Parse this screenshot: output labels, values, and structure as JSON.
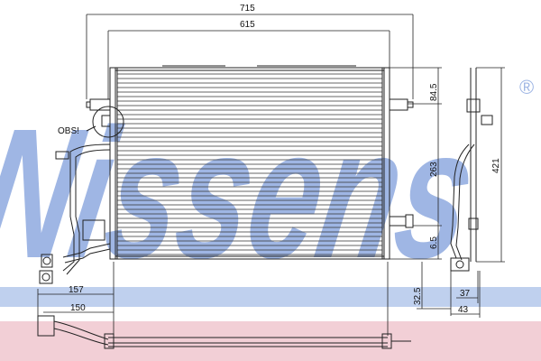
{
  "watermark": {
    "text": "Nissens",
    "registered_mark": "®",
    "color": "#9fb6e4",
    "band_colors": {
      "blue": "#bfd0ee",
      "pink": "#f2cfd6"
    }
  },
  "dimensions": {
    "overall_width": "715",
    "core_width": "615",
    "top_offset": "84.5",
    "core_height": "263",
    "overall_height": "421",
    "bottom_offset": "6.5",
    "depth_offset": "32.5",
    "side_width_inner": "37",
    "side_width_outer": "43",
    "pipe_length_upper": "157",
    "pipe_length_lower": "150"
  },
  "callouts": {
    "obs_label": "OBS!"
  }
}
